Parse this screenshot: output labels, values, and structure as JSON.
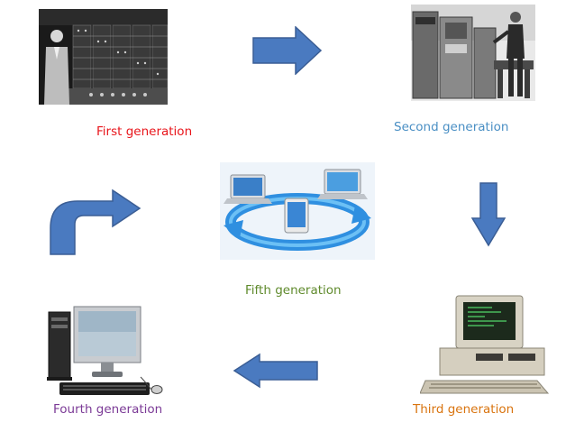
{
  "generations": {
    "first": {
      "label": "First generation",
      "color": "#e8151b"
    },
    "second": {
      "label": "Second generation",
      "color": "#4a8fc4"
    },
    "third": {
      "label": "Third generation",
      "color": "#d9740f"
    },
    "fourth": {
      "label": "Fourth generation",
      "color": "#7b3a96"
    },
    "fifth": {
      "label": "Fifth generation",
      "color": "#5f8a2c"
    }
  },
  "arrows": {
    "color": "#4a7ac0",
    "border": "#3b5e95",
    "first_to_second": "right-arrow-icon",
    "second_to_third": "down-arrow-icon",
    "third_to_fourth": "left-arrow-icon",
    "fourth_to_first": "bent-up-right-arrow-icon"
  },
  "images": {
    "first": "eniac-photo",
    "second": "mainframe-photo",
    "third": "ibm-pc-photo",
    "fourth": "desktop-pc-photo",
    "fifth": "connected-devices-illustration"
  }
}
